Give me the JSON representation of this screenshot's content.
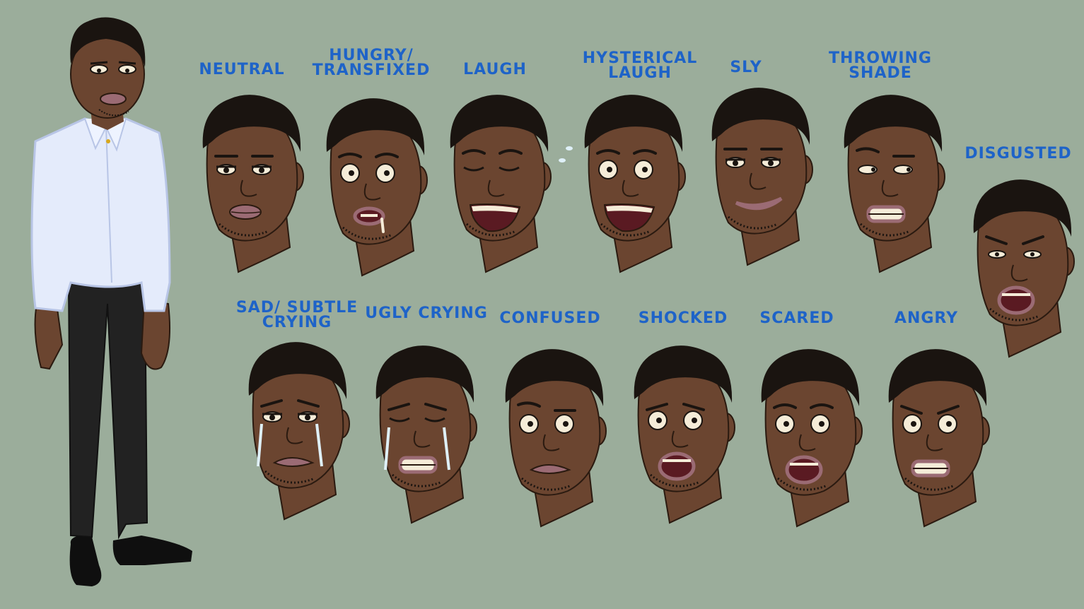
{
  "colors": {
    "background": "#9bad9b",
    "label": "#1e63c8",
    "skin": "#6b4530",
    "skin_shadow": "#4f3222",
    "hair": "#1a1410",
    "lips": "#9b6b74",
    "shirt": "#e4ebfb",
    "pants": "#1e1e1e",
    "tears": "#dff0f8"
  },
  "full_body": {
    "name": "character-full-body"
  },
  "expressions": [
    {
      "id": "neutral",
      "lines": [
        "NEUTRAL"
      ],
      "eyes": "neutral",
      "brow": "flat",
      "mouth": "neutral"
    },
    {
      "id": "hungry",
      "lines": [
        "HUNGRY/",
        "TRANSFIXED"
      ],
      "eyes": "wide",
      "brow": "raised",
      "mouth": "drool"
    },
    {
      "id": "laugh",
      "lines": [
        "LAUGH"
      ],
      "eyes": "closed",
      "brow": "raised",
      "mouth": "laugh"
    },
    {
      "id": "hysterical",
      "lines": [
        "HYSTERICAL",
        "LAUGH"
      ],
      "eyes": "wide",
      "brow": "raised",
      "mouth": "laugh"
    },
    {
      "id": "sly",
      "lines": [
        "SLY"
      ],
      "eyes": "half",
      "brow": "flat",
      "mouth": "smirk"
    },
    {
      "id": "shade",
      "lines": [
        "THROWING",
        "SHADE"
      ],
      "eyes": "side",
      "brow": "uneven",
      "mouth": "grimace"
    },
    {
      "id": "disgusted",
      "lines": [
        "DISGUSTED"
      ],
      "eyes": "squint",
      "brow": "angry",
      "mouth": "open"
    },
    {
      "id": "sad",
      "lines": [
        "SAD/ SUBTLE",
        "CRYING"
      ],
      "eyes": "half",
      "brow": "sad",
      "mouth": "frown"
    },
    {
      "id": "ugly-crying",
      "lines": [
        "UGLY CRYING"
      ],
      "eyes": "closed",
      "brow": "sad",
      "mouth": "grimace"
    },
    {
      "id": "confused",
      "lines": [
        "CONFUSED"
      ],
      "eyes": "wide",
      "brow": "uneven",
      "mouth": "frown"
    },
    {
      "id": "shocked",
      "lines": [
        "SHOCKED"
      ],
      "eyes": "wide",
      "brow": "sad",
      "mouth": "open"
    },
    {
      "id": "scared",
      "lines": [
        "SCARED"
      ],
      "eyes": "wide",
      "brow": "raised",
      "mouth": "open"
    },
    {
      "id": "angry",
      "lines": [
        "ANGRY"
      ],
      "eyes": "wide",
      "brow": "angry",
      "mouth": "grimace"
    }
  ]
}
